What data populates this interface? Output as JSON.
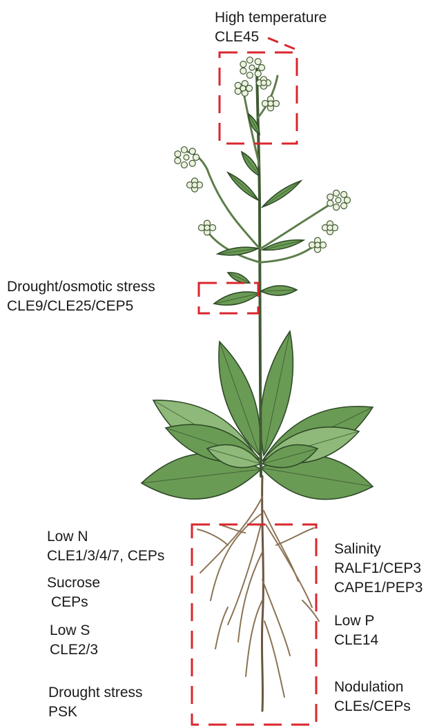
{
  "colors": {
    "stem": "#5d7d4a",
    "stem_dark": "#3f5a33",
    "leaf_fill": "#6a9b55",
    "leaf_light": "#8fb97a",
    "leaf_edge": "#2f4a27",
    "flower_fill": "#ecf2df",
    "flower_edge": "#3f5a33",
    "root": "#8b7355",
    "root_dark": "#6b5540",
    "box_stroke": "#d9262c",
    "text": "#1a1a1a"
  },
  "regions": {
    "high_temperature": {
      "title": "High temperature",
      "peptides": "CLE45"
    },
    "drought_osmotic": {
      "title": "Drought/osmotic stress",
      "peptides": "CLE9/CLE25/CEP5"
    },
    "low_n": {
      "title": "Low N",
      "peptides": "CLE1/3/4/7, CEPs"
    },
    "sucrose": {
      "title": "Sucrose",
      "peptides": "CEPs"
    },
    "low_s": {
      "title": "Low S",
      "peptides": "CLE2/3"
    },
    "drought_stress": {
      "title": "Drought stress",
      "peptides": "PSK"
    },
    "salinity": {
      "title": "Salinity",
      "peptides": "RALF1/CEP3",
      "peptides_2": "CAPE1/PEP3"
    },
    "low_p": {
      "title": "Low P",
      "peptides": "CLE14"
    },
    "nodulation": {
      "title": "Nodulation",
      "peptides": "CLEs/CEPs"
    }
  }
}
